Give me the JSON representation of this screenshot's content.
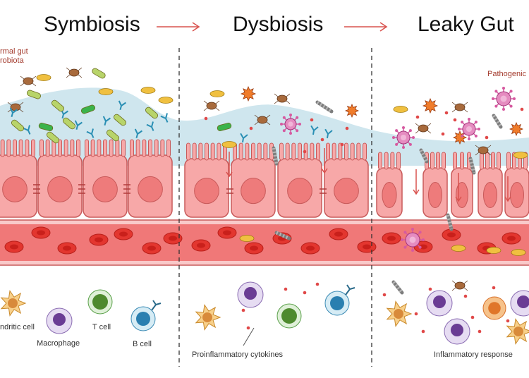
{
  "stages": [
    {
      "title": "Symbiosis"
    },
    {
      "title": "Dysbiosis"
    },
    {
      "title": "Leaky Gut"
    }
  ],
  "labels": {
    "normal_microbiota_line1": "rmal gut",
    "normal_microbiota_line2": "robiota",
    "pathogenic": "Pathogenic",
    "dendritic_cell": "ndritic cell",
    "macrophage": "Macrophage",
    "t_cell": "T cell",
    "b_cell": "B cell",
    "proinflammatory_cytokines": "Proinflammatory cytokines",
    "inflammatory_response": "Inflammatory response"
  },
  "colors": {
    "arrow": "#d9534f",
    "mucus": "#cfe6ee",
    "epithelium": "#f7a8a8",
    "epithelium_stroke": "#c85a5a",
    "nucleus": "#ee7b7b",
    "vessel": "#f07878",
    "rbc": "#e3362f",
    "pathogen": "#d65aa0",
    "divider": "#333333"
  }
}
